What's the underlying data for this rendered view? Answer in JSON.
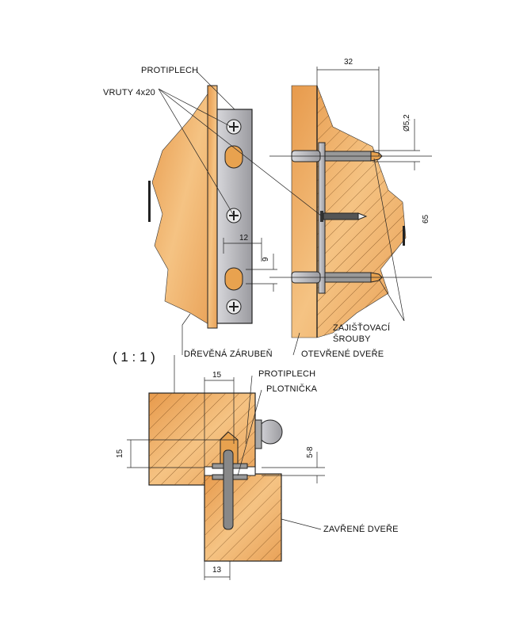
{
  "labels": {
    "protiplech_top": "PROTIPLECH",
    "vruty": "VRUTY 4x20",
    "zajistovaci_1": "ZAJIŠŤOVACÍ",
    "zajistovaci_2": "ŠROUBY",
    "zarubne": "DŘEVĚNÁ ZÁRUBEŇ",
    "otevrene": "OTEVŘENÉ DVEŘE",
    "scale": "( 1 : 1 )",
    "protiplech_bottom": "PROTIPLECH",
    "plotnicka": "PLOTNIČKA",
    "zavrene": "ZAVŘENÉ DVEŘE"
  },
  "dimensions": {
    "d32": "32",
    "d52": "Ø5,2",
    "d65": "65",
    "d12": "12",
    "d9": "9",
    "d15_top": "15",
    "d15_side": "15",
    "d58": "5-8",
    "d13": "13"
  },
  "colors": {
    "wood": "#eaa65a",
    "wood_light": "#f6c98a",
    "metal": "#b8b8bc",
    "line": "#222222"
  }
}
